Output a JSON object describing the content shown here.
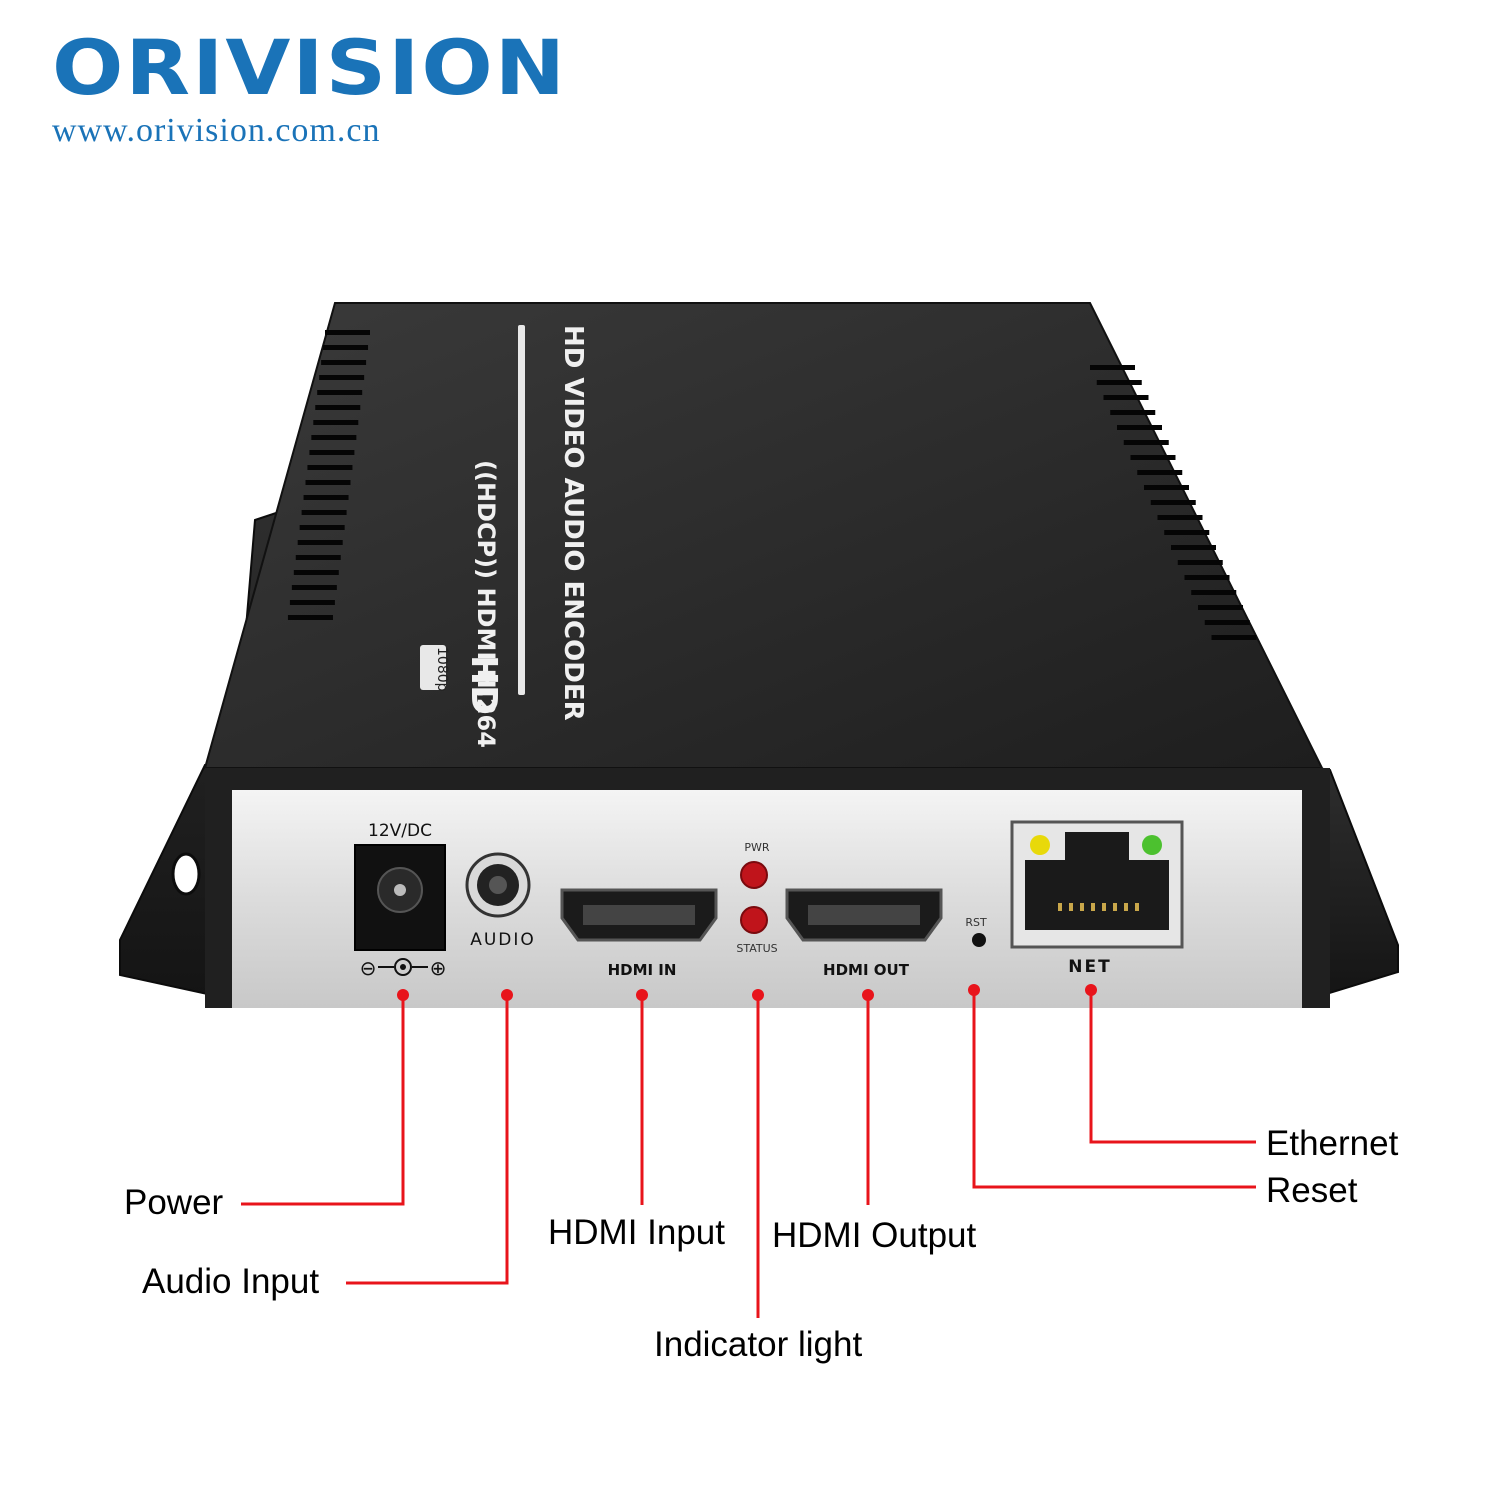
{
  "brand": {
    "name": "ORIVISION",
    "url": "www.orivision.com.cn",
    "color": "#1a73b8"
  },
  "device": {
    "top_label": {
      "line1": "HD VIDEO AUDIO ENCODER",
      "line2": "((HDCP)) HDMI H.264",
      "hd": "HD",
      "res": "1080p"
    },
    "panel": {
      "power": "12V/DC",
      "polarity_minus": "⊖",
      "polarity_plus": "⊕",
      "audio": "AUDIO",
      "hdmi_in": "HDMI IN",
      "pwr_led": "PWR",
      "status_led": "STATUS",
      "hdmi_out": "HDMI OUT",
      "rst": "RST",
      "net": "NET"
    }
  },
  "callouts": {
    "power": "Power",
    "audio_input": "Audio Input",
    "hdmi_input": "HDMI Input",
    "indicator_light": "Indicator light",
    "hdmi_output": "HDMI Output",
    "reset": "Reset",
    "ethernet": "Ethernet"
  },
  "colors": {
    "leader_line": "#e8141b",
    "led_red": "#c0141b",
    "led_yellow": "#e8d90a",
    "led_green": "#4cc12f",
    "chassis": "#2b2b2b"
  }
}
